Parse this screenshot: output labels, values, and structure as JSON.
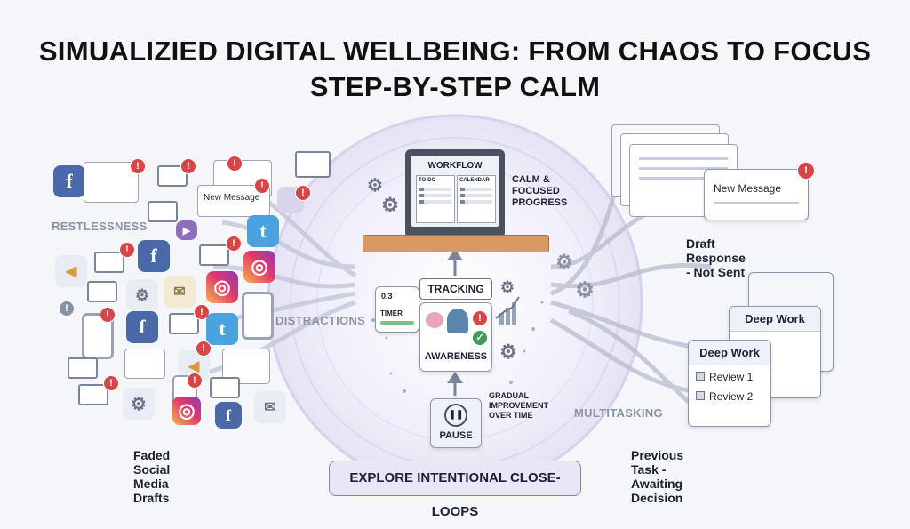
{
  "title": {
    "line1": "SIMUALIZIED DIGITAL WELLBEING: FROM CHAOS TO FOCUS",
    "line2": "STEP-BY-STEP CALM"
  },
  "left": {
    "restlessness": "RESTLESSNESS",
    "distractions": "DISTRACTIONS",
    "new_message": "New Message",
    "caption": "Faded Social Media Drafts"
  },
  "center": {
    "laptop": {
      "title": "WORKFLOW",
      "col1": "TO-DO",
      "col2": "CALENDAR"
    },
    "calm_label": [
      "CALM &",
      "FOCUSED",
      "PROGRESS"
    ],
    "tracking": "TRACKING",
    "timer": "TIMER",
    "timer_value": "0.3",
    "awareness": "AWARENESS",
    "gradual_label": [
      "GRADUAL",
      "IMPROVEMENT",
      "OVER TIME"
    ],
    "pause": "PAUSE",
    "cta": "EXPLORE INTENTIONAL CLOSE-LOOPS"
  },
  "right": {
    "new_message": "New Message",
    "draft_caption": "Draft Response - Not Sent",
    "multitasking": "MULTITASKING",
    "deep_work_back": "Deep Work",
    "deep_work_front": "Deep Work",
    "review1": "Review 1",
    "review2": "Review 2",
    "caption": "Previous Task - Awaiting Decision"
  },
  "colors": {
    "accent_purple": "#8a80bf",
    "alert_red": "#d84545",
    "facebook": "#4a69a8",
    "twitter": "#4aa3df",
    "desk_wood": "#d89a62"
  }
}
